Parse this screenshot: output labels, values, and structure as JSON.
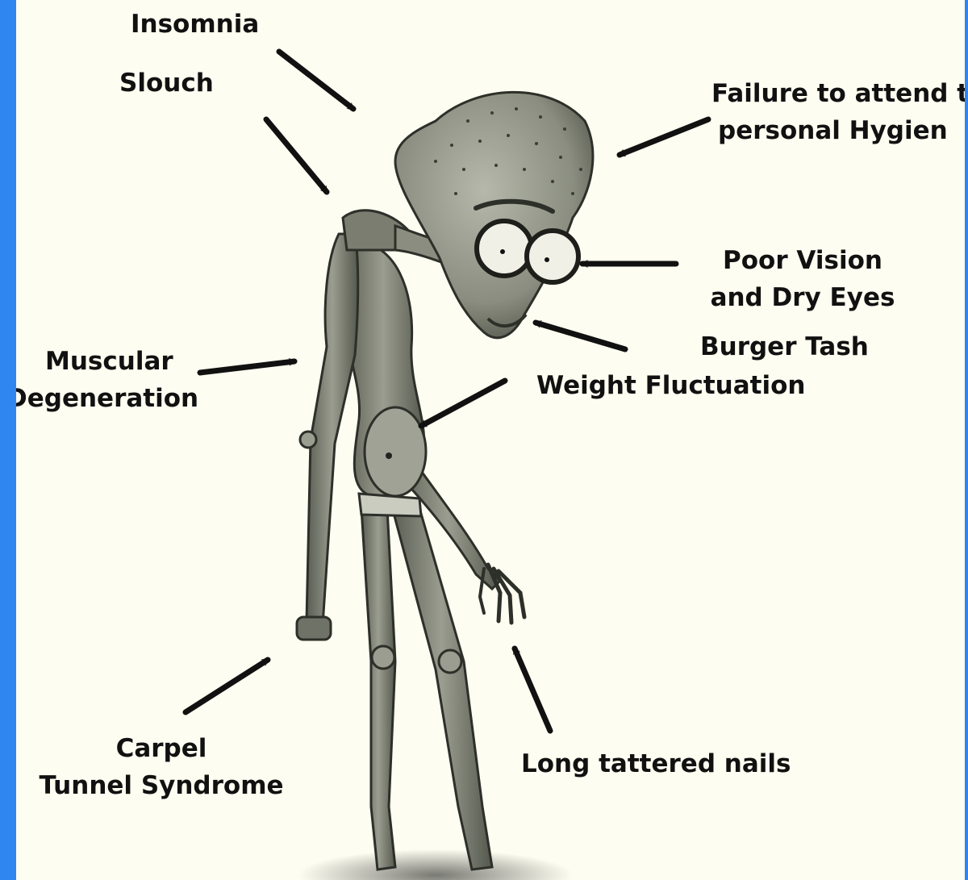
{
  "colors": {
    "frame": "#2f86f0",
    "background": "#fdfdf1",
    "ink": "#111111",
    "skin": "#8a8d7f",
    "skin_dark": "#4c4f45"
  },
  "labels": {
    "insomnia": "Insomnia",
    "slouch": "Slouch",
    "hygiene_line1": "Failure to attend t",
    "hygiene_line2": "personal Hygien",
    "vision_line1": "Poor Vision",
    "vision_line2": "and Dry Eyes",
    "burger": "Burger Tash",
    "weight": "Weight Fluctuation",
    "muscular_line1": "Muscular",
    "muscular_line2": "Degeneration",
    "carpal_line1": "Carpel",
    "carpal_line2": "Tunnel Syndrome",
    "nails": "Long tattered nails"
  }
}
